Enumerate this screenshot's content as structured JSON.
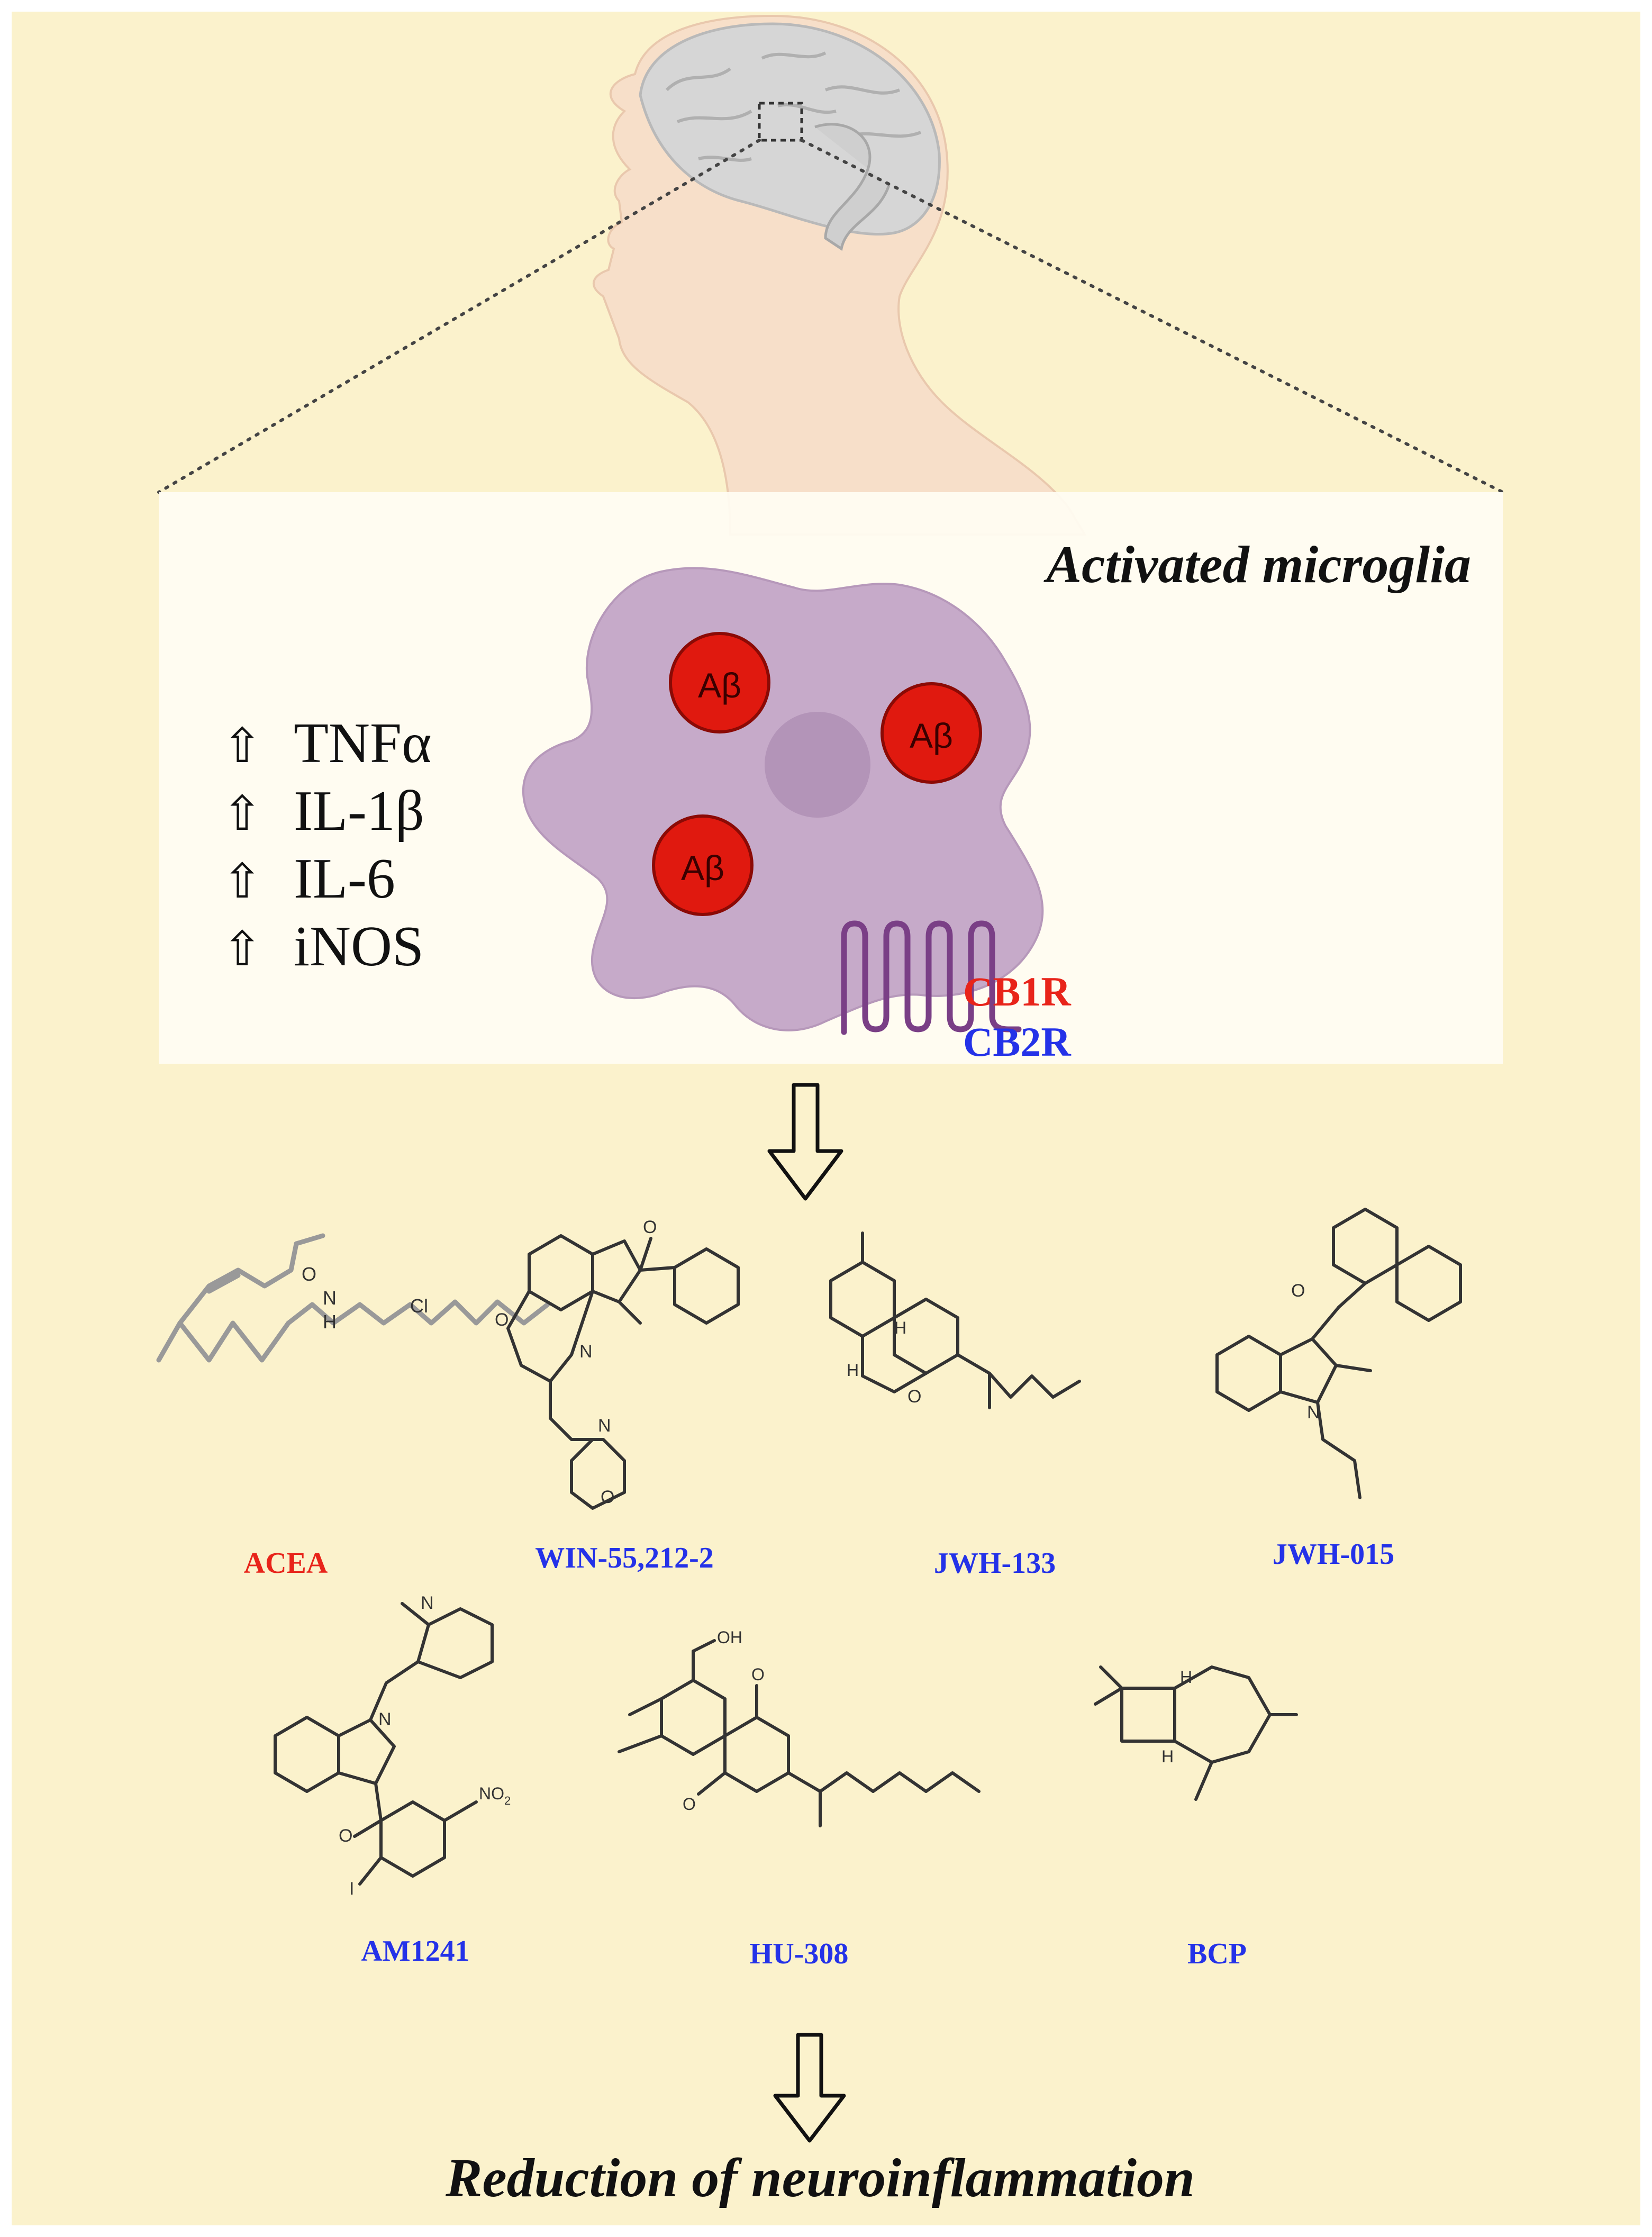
{
  "title_top": "Activated microglia",
  "cytokines": [
    {
      "arrow": "⇧",
      "label": "TNFα"
    },
    {
      "arrow": "⇧",
      "label": "IL-1β"
    },
    {
      "arrow": "⇧",
      "label": "IL-6"
    },
    {
      "arrow": "⇧",
      "label": "iNOS"
    }
  ],
  "amyloid_label": "Aβ",
  "receptors": [
    {
      "label": "CB1R",
      "color": "#e8241a"
    },
    {
      "label": "CB2R",
      "color": "#2432e8"
    }
  ],
  "compounds": [
    {
      "name": "ACEA",
      "color": "#e8241a"
    },
    {
      "name": "WIN-55,212-2",
      "color": "#2432e8"
    },
    {
      "name": "JWH-133",
      "color": "#2432e8"
    },
    {
      "name": "JWH-015",
      "color": "#2432e8"
    },
    {
      "name": "AM1241",
      "color": "#2432e8"
    },
    {
      "name": "HU-308",
      "color": "#2432e8"
    },
    {
      "name": "BCP",
      "color": "#2432e8"
    }
  ],
  "atoms": {
    "O": "O",
    "N": "N",
    "H": "H",
    "Cl": "Cl",
    "OH": "OH",
    "I": "I",
    "NO2": "NO",
    "NO2_sub": "2"
  },
  "conclusion": "Reduction of neuroinflammation",
  "colors": {
    "background": "#fbf2cc",
    "panel": "#fffdf3",
    "cell": "#c6aac9",
    "nucleus": "#b394b8",
    "amyloid": "#e0190f",
    "receptor": "#7a3f86",
    "ink": "#111111"
  }
}
